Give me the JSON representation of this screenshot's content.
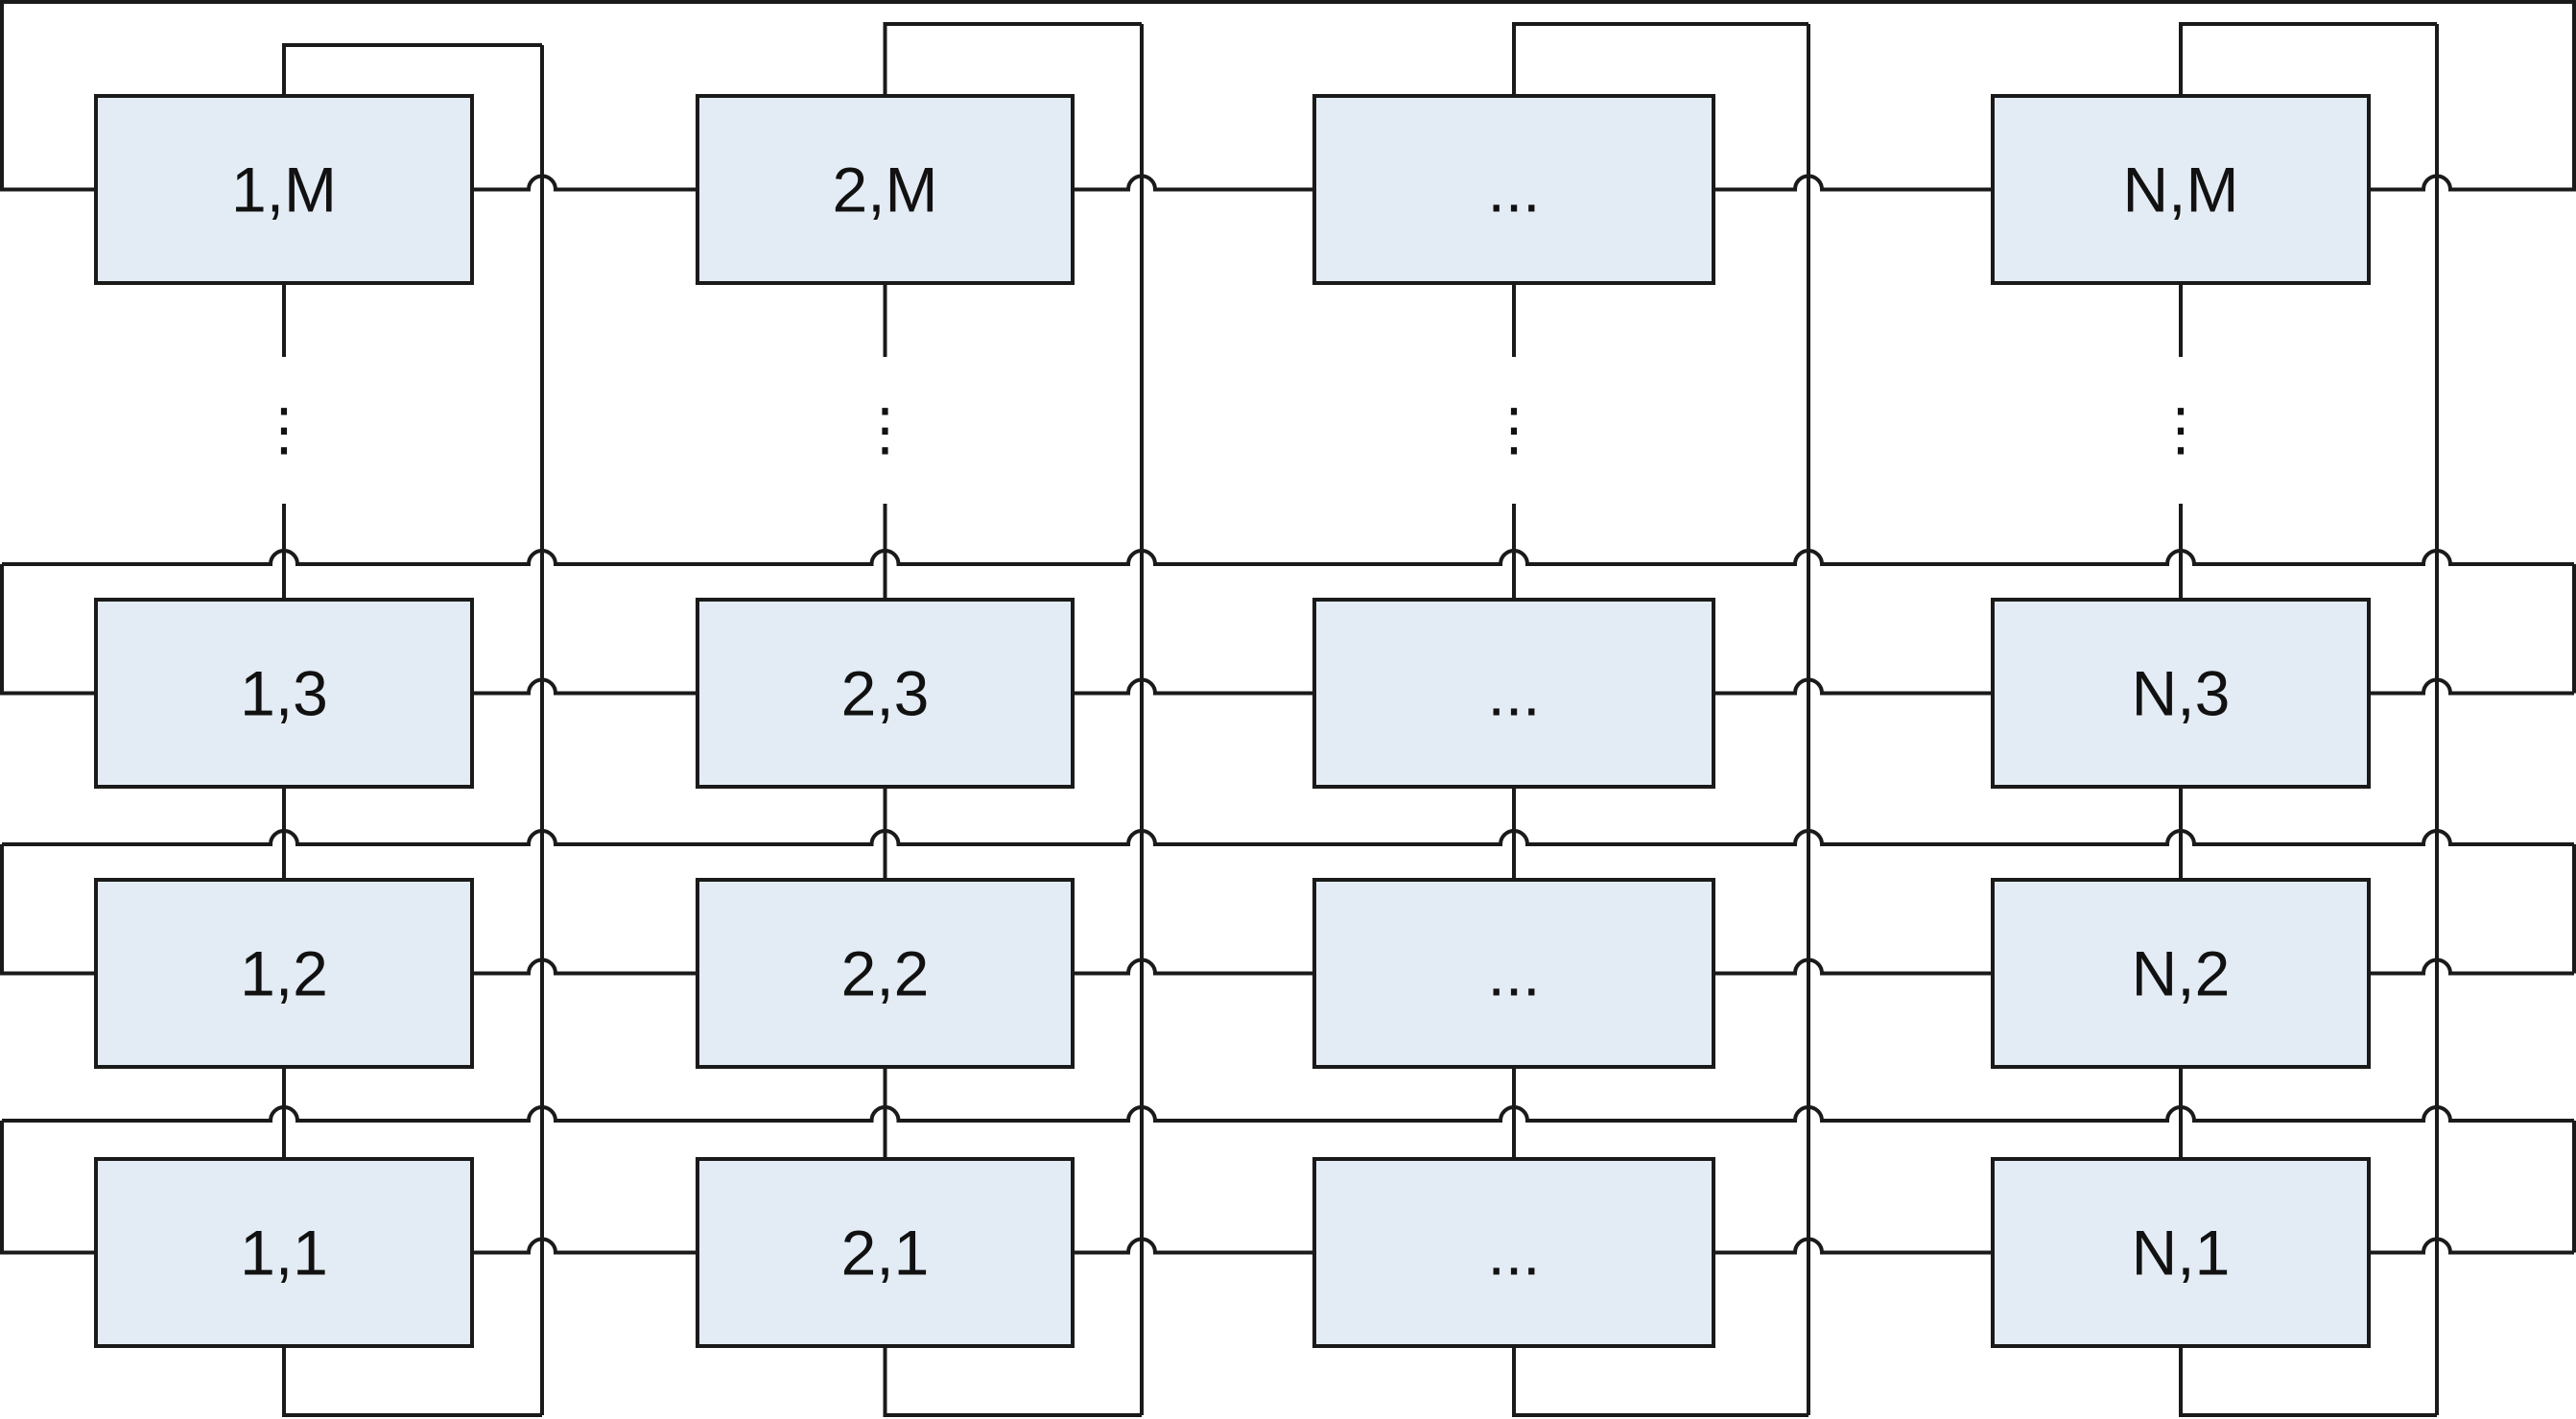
{
  "diagram": {
    "grid": {
      "rows": [
        {
          "cells": [
            "1,M",
            "2,M",
            "...",
            "N,M"
          ]
        },
        {
          "cells": [
            "1,3",
            "2,3",
            "...",
            "N,3"
          ]
        },
        {
          "cells": [
            "1,2",
            "2,2",
            "...",
            "N,2"
          ]
        },
        {
          "cells": [
            "1,1",
            "2,1",
            "...",
            "N,1"
          ]
        }
      ],
      "row_gap_marker": "⋮"
    },
    "colors": {
      "node_fill": "#e3ebf4",
      "node_stroke": "#1a1a1a",
      "wire": "#1a1a1a",
      "background": "#ffffff"
    }
  }
}
